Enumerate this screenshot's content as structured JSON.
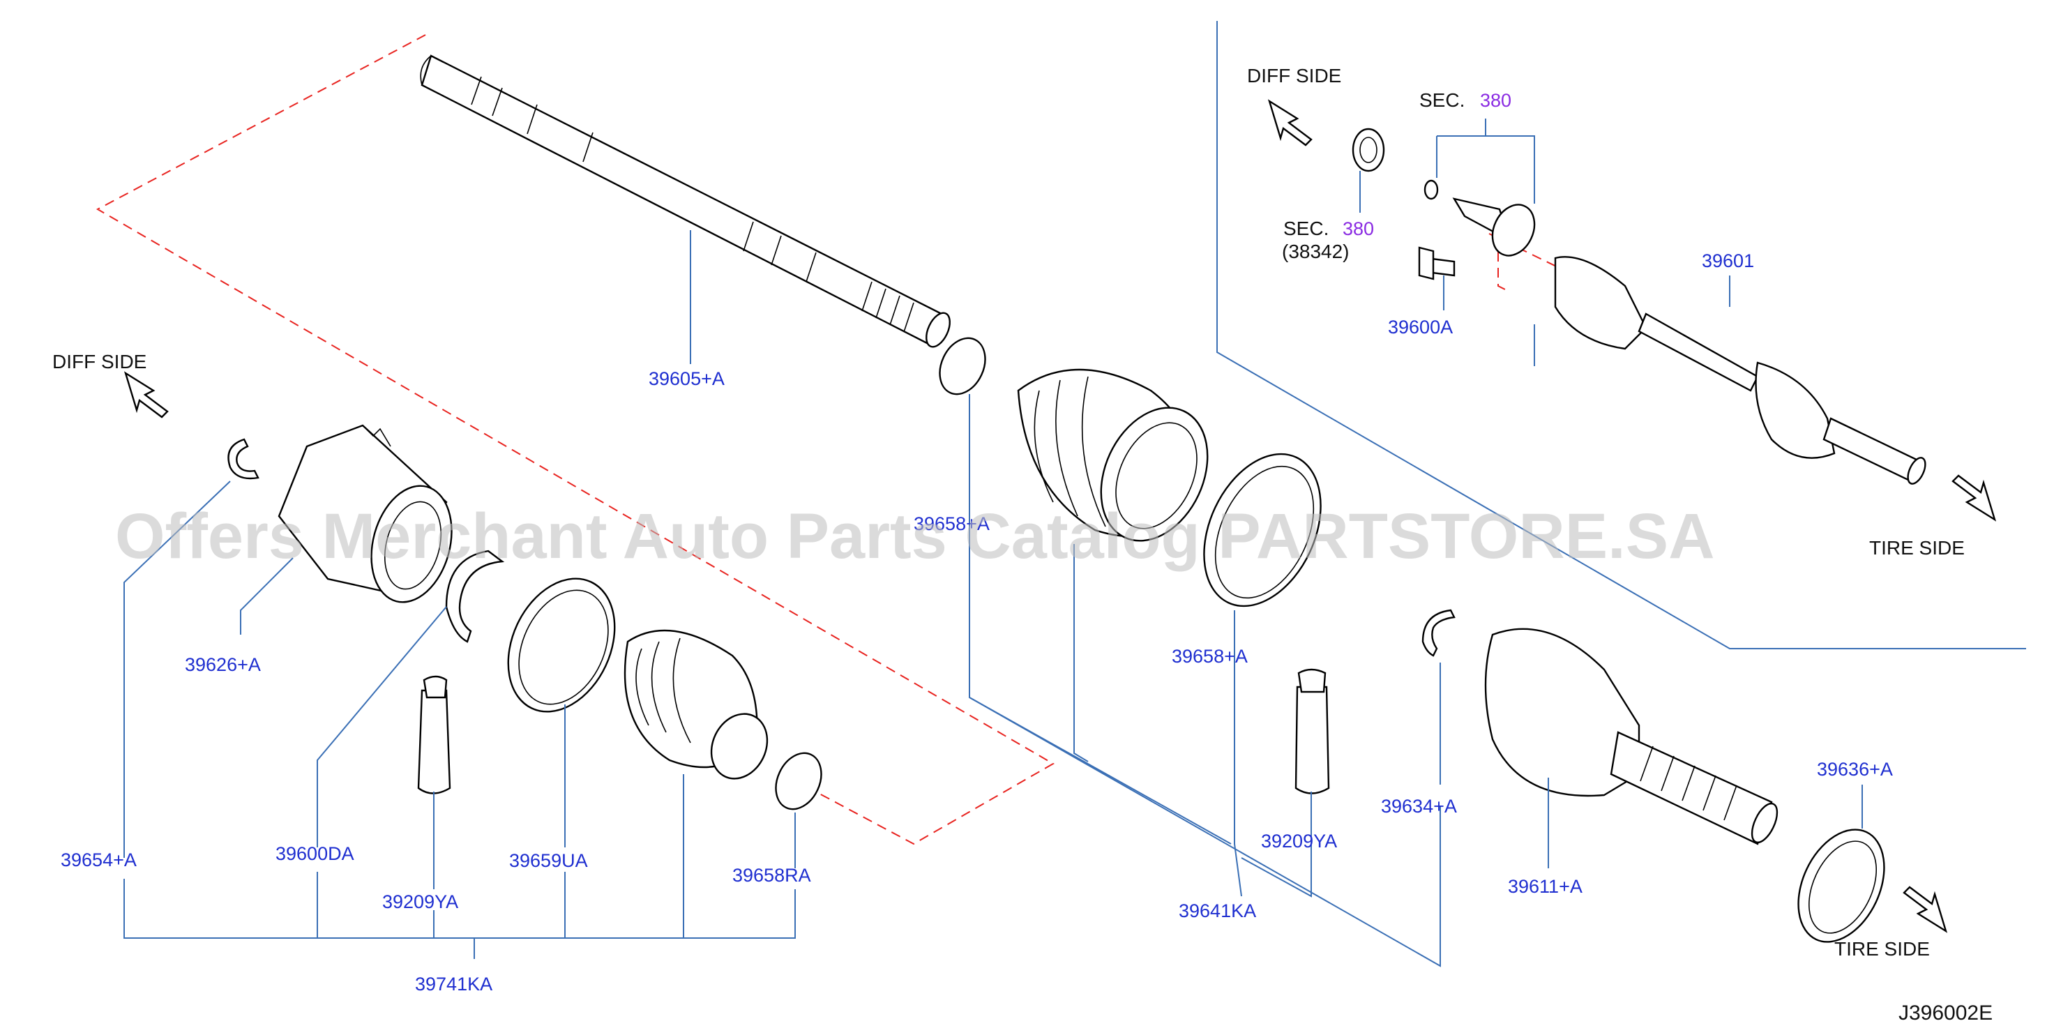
{
  "labels": {
    "p39605": "39605+A",
    "p39626": "39626+A",
    "p39654": "39654+A",
    "p39600DA": "39600DA",
    "p39209YA_left": "39209YA",
    "p39659UA": "39659UA",
    "p39658RA": "39658RA",
    "p39741KA": "39741KA",
    "p39658_mid_hidden": "39658+A",
    "p39658_right": "39658+A",
    "p39209YA_right": "39209YA",
    "p39641KA": "39641KA",
    "p39634": "39634+A",
    "p39611": "39611+A",
    "p39636": "39636+A",
    "p39601": "39601",
    "p39600A": "39600A"
  },
  "sections": {
    "sec_top_prefix": "SEC.",
    "sec_top_num": "380",
    "sec_mid_prefix": "SEC.",
    "sec_mid_num": "380",
    "sec_mid_sub": "(38342)"
  },
  "directions": {
    "diff_side_left": "DIFF   SIDE",
    "diff_side_inset": "DIFF   SIDE",
    "tire_side_inset": "TIRE   SIDE",
    "tire_side_bottom": "TIRE   SIDE"
  },
  "watermark": "Offers Merchant Auto Parts Catalog PARTSTORE.SA",
  "diagram_ref": "J396002E",
  "colors": {
    "part_number": "#1f2fd0",
    "section_number": "#8a2be2",
    "leader_line": "#3a6fb5",
    "dashed_line": "#e8231f"
  }
}
